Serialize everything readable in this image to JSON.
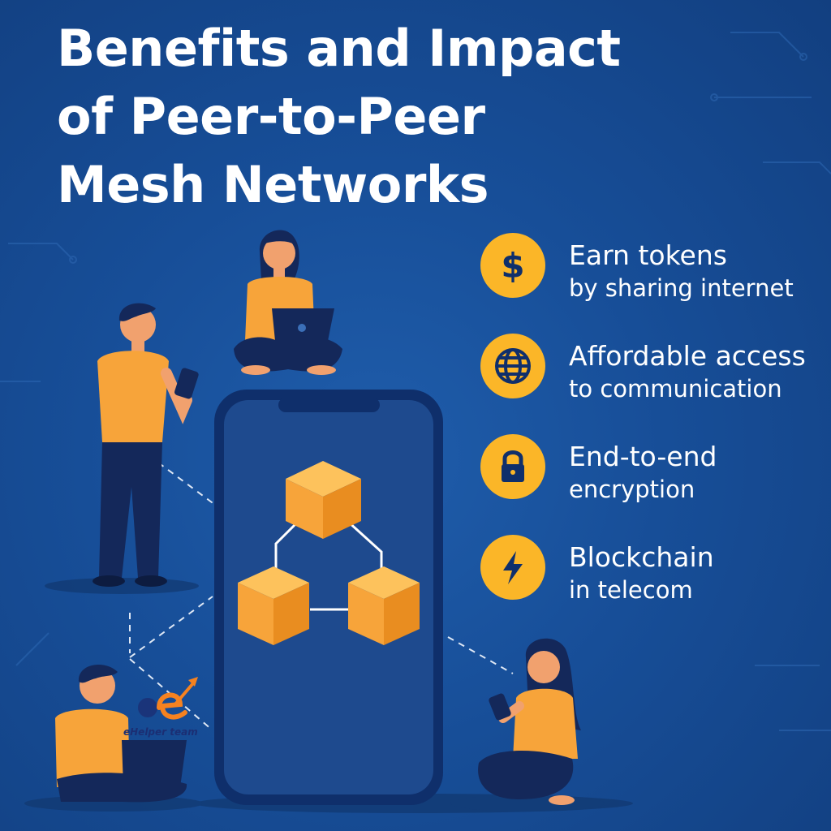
{
  "title": {
    "lines": [
      "Benefits and Impact",
      "of Peer-to-Peer",
      "Mesh Networks"
    ]
  },
  "benefits": [
    {
      "icon": "dollar-icon",
      "title": "Earn tokens",
      "subtitle": "by sharing internet"
    },
    {
      "icon": "globe-icon",
      "title": "Affordable access",
      "subtitle": "to communication"
    },
    {
      "icon": "lock-icon",
      "title": "End-to-end",
      "subtitle": "encryption"
    },
    {
      "icon": "lightning-icon",
      "title": "Blockchain",
      "subtitle": "in telecom"
    }
  ],
  "logo": {
    "text": "eHelper team"
  },
  "colors": {
    "background": "#174e98",
    "accent_orange": "#fbb628",
    "cube_orange": "#f7a43a",
    "phone_frame": "#0f2f6b",
    "phone_screen": "#1e4a8e",
    "text": "#ffffff"
  }
}
